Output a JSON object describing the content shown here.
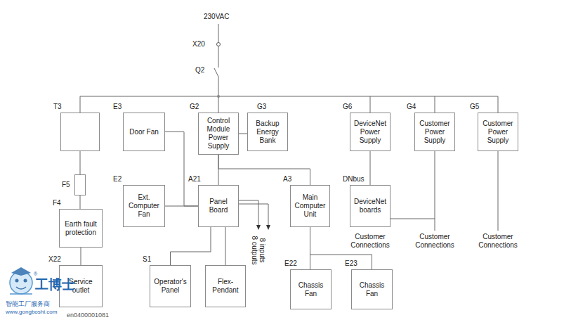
{
  "diagram": {
    "nodes": [
      {
        "text": [
          "T3"
        ]
      },
      {
        "text": [
          "E3",
          "Door Fan"
        ]
      },
      {
        "text": [
          "G2",
          "Control Module Power Supply"
        ]
      },
      {
        "text": [
          "G3",
          "Backup Energy Bank"
        ]
      },
      {
        "text": [
          "G6",
          "DeviceNet Power Supply"
        ]
      },
      {
        "text": [
          "G4",
          "Customer Power Supply"
        ]
      },
      {
        "text": [
          "G5",
          "Customer Power Supply"
        ]
      },
      {
        "text": [
          "F5"
        ]
      },
      {
        "text": [
          "F4",
          "Earth fault protection"
        ]
      },
      {
        "text": [
          "E2",
          "Ext. Computer Fan"
        ]
      },
      {
        "text": [
          "A21",
          "Panel Board"
        ]
      },
      {
        "text": [
          "A3",
          "Main Computer Unit"
        ]
      },
      {
        "text": [
          "DNbus",
          "DeviceNet boards"
        ]
      },
      {
        "text": [
          "X22",
          "Service outlet"
        ]
      },
      {
        "text": [
          "S1",
          "Operator's Panel"
        ]
      },
      {
        "text": [
          "Flex-Pendant"
        ]
      },
      {
        "text": [
          "E22",
          "Chassis Fan"
        ]
      },
      {
        "text": [
          "E23",
          "Chassis Fan"
        ]
      }
    ],
    "edges": [
      {
        "from": 0,
        "to": 7,
        "arrow": "none"
      },
      {
        "from": 7,
        "to": 8,
        "arrow": "none"
      },
      {
        "from": 8,
        "to": 13,
        "arrow": "none"
      },
      {
        "from": 1,
        "to": 10,
        "arrow": "none"
      },
      {
        "from": 9,
        "to": 10,
        "arrow": "none"
      },
      {
        "from": 2,
        "to": 3,
        "arrow": "none"
      },
      {
        "from": 2,
        "to": 10,
        "arrow": "none"
      },
      {
        "from": 2,
        "to": 11,
        "arrow": "none"
      },
      {
        "from": 10,
        "to": 14,
        "arrow": "none"
      },
      {
        "from": 10,
        "to": 15,
        "arrow": "none"
      },
      {
        "from": 4,
        "to": 12,
        "arrow": "none"
      },
      {
        "from": 11,
        "to": 16,
        "arrow": "none"
      },
      {
        "from": 11,
        "to": 17,
        "arrow": "none"
      },
      {
        "from": 5,
        "to": 12,
        "arrow": "none"
      }
    ],
    "labels": [
      "230VAC",
      "X20",
      "Q2",
      "8 outputs",
      "8 inputs",
      "Customer Connections",
      "Customer Connections",
      "Customer Connections",
      "工博士",
      "®",
      "智能工厂服务商",
      "www.gongboshi.com",
      "en0400001081"
    ]
  }
}
